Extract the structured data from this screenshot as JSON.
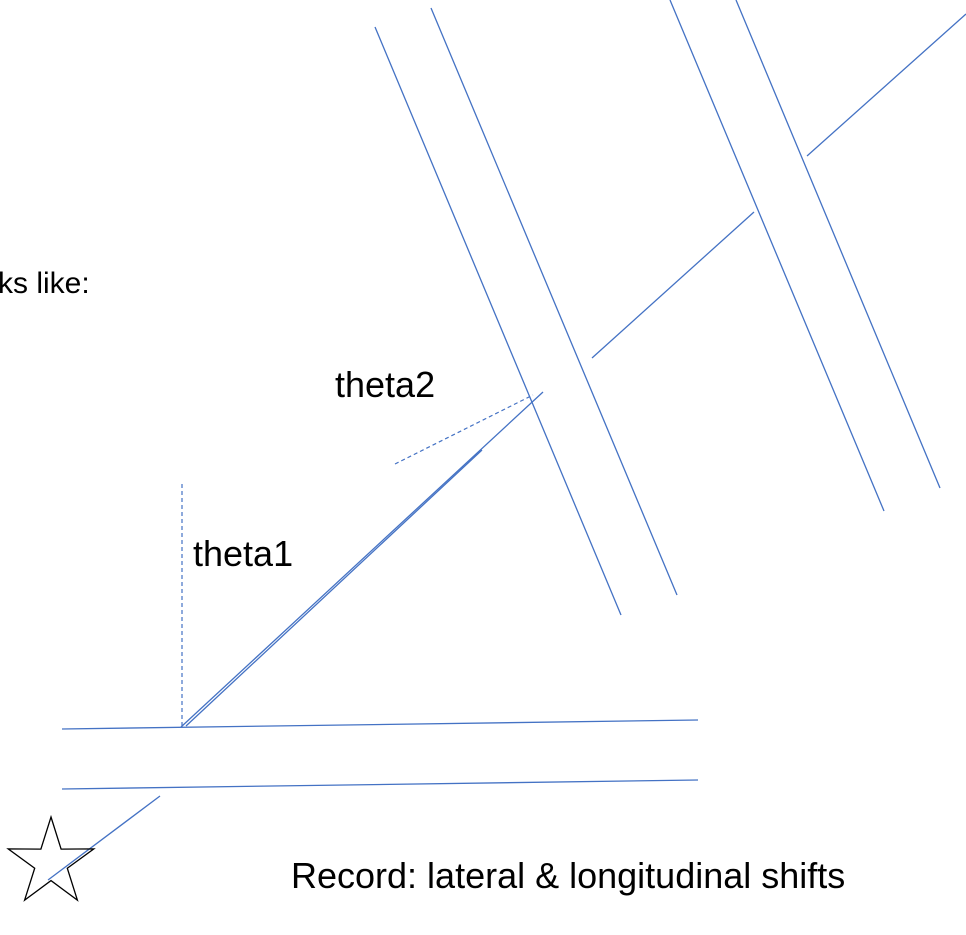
{
  "diagram": {
    "intro_text": "ks like:",
    "theta2_label": "theta2",
    "theta1_label": "theta1",
    "record_text": "Record: lateral & longitudinal shifts"
  },
  "colors": {
    "line": "#4472c4",
    "text": "#000000",
    "background": "#ffffff"
  },
  "icons": {
    "origin_marker": "star-outline-icon"
  }
}
